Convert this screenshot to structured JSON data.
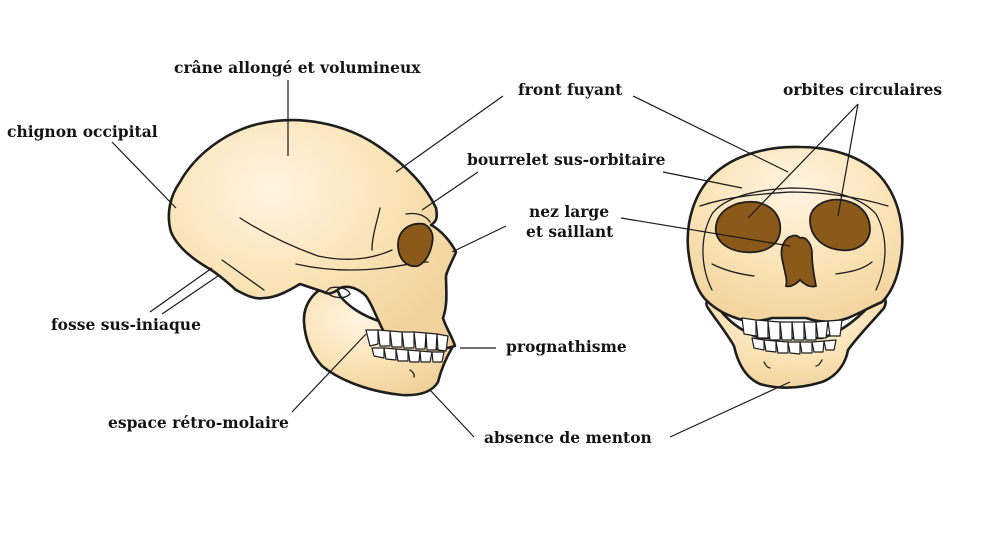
{
  "colors": {
    "bone_light": "#fff3de",
    "bone_mid": "#f8dfac",
    "bone_dark": "#f1d29b",
    "cavity": "#8b5a1b",
    "outline": "#1e1e1e"
  },
  "labels": {
    "crane": "crâne allongé et volumineux",
    "chignon": "chignon occipital",
    "front": "front fuyant",
    "orbites": "orbites circulaires",
    "bourrelet": "bourrelet sus-orbitaire",
    "nez_line1": "nez large",
    "nez_line2": "et saillant",
    "fosse": "fosse sus-iniaque",
    "prognathisme": "prognathisme",
    "espace": "espace rétro-molaire",
    "menton": "absence de menton"
  }
}
